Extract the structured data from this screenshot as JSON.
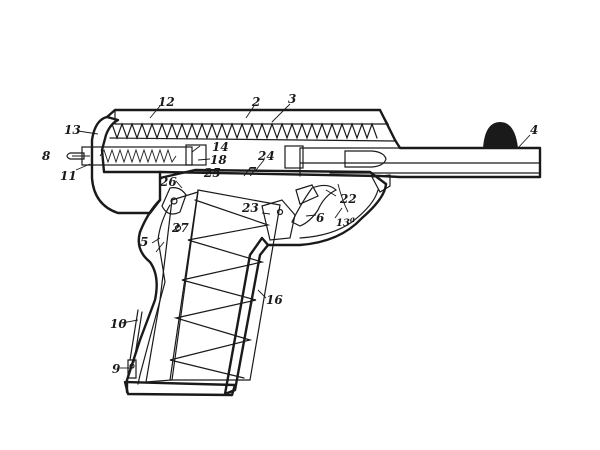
{
  "figure": {
    "type": "patent drawing",
    "subject": "pistol cross-section",
    "ink_color": "#1a1a1a",
    "paper_color": "#ffffff",
    "hatch": "diagonal line hatching"
  },
  "labels": [
    {
      "id": "l2",
      "text": "2"
    },
    {
      "id": "l3",
      "text": "3"
    },
    {
      "id": "l4",
      "text": "4"
    },
    {
      "id": "l5",
      "text": "5"
    },
    {
      "id": "l6",
      "text": "6"
    },
    {
      "id": "l7",
      "text": "7"
    },
    {
      "id": "l8",
      "text": "8"
    },
    {
      "id": "l9",
      "text": "9"
    },
    {
      "id": "l10",
      "text": "10"
    },
    {
      "id": "l11",
      "text": "11"
    },
    {
      "id": "l12",
      "text": "12"
    },
    {
      "id": "l13",
      "text": "13"
    },
    {
      "id": "l13a",
      "text": "13a"
    },
    {
      "id": "l14",
      "text": "14"
    },
    {
      "id": "l16",
      "text": "16"
    },
    {
      "id": "l18",
      "text": "18"
    },
    {
      "id": "l22",
      "text": "22"
    },
    {
      "id": "l23",
      "text": "23"
    },
    {
      "id": "l24",
      "text": "24"
    },
    {
      "id": "l25",
      "text": "25"
    },
    {
      "id": "l26",
      "text": "26"
    },
    {
      "id": "l27",
      "text": "27"
    }
  ]
}
